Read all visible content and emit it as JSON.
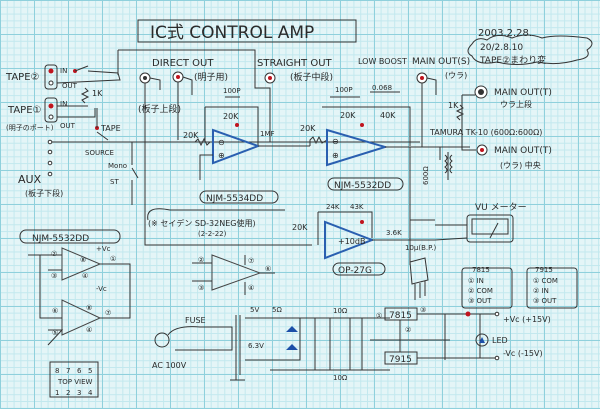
{
  "title": "IC式 CONTROL AMP",
  "dates": {
    "created": "2003.2.28.",
    "revised": "20/2.8.10",
    "note": "TAPE②まわり変"
  },
  "inputs": {
    "tape2": "TAPE②",
    "tape1": "TAPE①",
    "tape1_note": "(明子のポート)",
    "in": "IN",
    "out": "OUT",
    "r_1k": "1K",
    "tape_sw": "TAPE",
    "source_sw": "SOURCE",
    "aux": "AUX",
    "aux_note": "(板子下段)",
    "mono": "Mono",
    "st": "ST"
  },
  "outputs": {
    "direct_out": "DIRECT OUT",
    "direct_note": "(明子用)",
    "jack_note": "(板子上段)",
    "straight_out": "STRAIGHT OUT",
    "straight_note": "(板子中段)",
    "main_s": "MAIN OUT(S)",
    "main_s_note": "(ウラ)",
    "main_t1": "MAIN OUT(T)",
    "main_t1_note": "ウラ上段",
    "main_t2": "MAIN OUT(T)",
    "main_t2_note": "(ウラ) 中央",
    "transformer": "TAMURA TK-10 (600Ω:600Ω)",
    "r_1k": "1K",
    "r_600": "600Ω"
  },
  "stage1": {
    "cap": "100P",
    "rf": "20K",
    "rin": "20K",
    "ic": "NJM-5534DD",
    "cap2": "1MF"
  },
  "stage2": {
    "rin": "20K",
    "cap": "100P",
    "rf": "20K",
    "boost_cap": "0.068",
    "boost_r": "40K",
    "boost_sw": "LOW BOOST",
    "ic": "NJM-5532DD"
  },
  "vu": {
    "note": "(※ セイデン SD-32NEG使用)",
    "note_date": "(2-2-22)",
    "rin": "20K",
    "r1": "24K",
    "r2": "43K",
    "gain": "+10dB",
    "ic": "OP-27G",
    "r_out": "3.6K",
    "cap": "10μ(B.P.)",
    "meter": "VU メーター"
  },
  "pinout": {
    "ic": "NJM-5532DD",
    "vplus": "+Vc",
    "vminus": "-Vc",
    "top_pins": [
      "8",
      "7",
      "6",
      "5"
    ],
    "bottom_pins": [
      "1",
      "2",
      "3",
      "4"
    ],
    "top_view": "TOP VIEW",
    "pin_a": [
      "②",
      "③",
      "⑧",
      "①",
      "④"
    ],
    "pin_b": [
      "⑥",
      "⑤",
      "⑧",
      "⑦",
      "④"
    ],
    "pin_c": [
      "②",
      "③",
      "⑦",
      "⑥",
      "④"
    ]
  },
  "power": {
    "fuse": "FUSE",
    "ac": "AC 100V",
    "sec1": "5V",
    "r_5": "5Ω",
    "sec2": "6.3V",
    "r_10a": "10Ω",
    "r_10b": "10Ω",
    "reg_pos": "7815",
    "reg_neg": "7915",
    "vplus": "+Vc (+15V)",
    "vminus": "-Vc (-15V)",
    "led": "LED",
    "pin_labels": {
      "p1": "①",
      "p2": "②",
      "p3": "③"
    }
  },
  "legend7815": {
    "title": "7815",
    "items": [
      "① IN",
      "② COM",
      "③ OUT"
    ]
  },
  "legend7915": {
    "title": "7915",
    "items": [
      "① COM",
      "② IN",
      "③ OUT"
    ]
  },
  "colors": {
    "opamp": "#2a5fb0",
    "marker": "#c0141e",
    "grid": "#8fd0dc"
  }
}
